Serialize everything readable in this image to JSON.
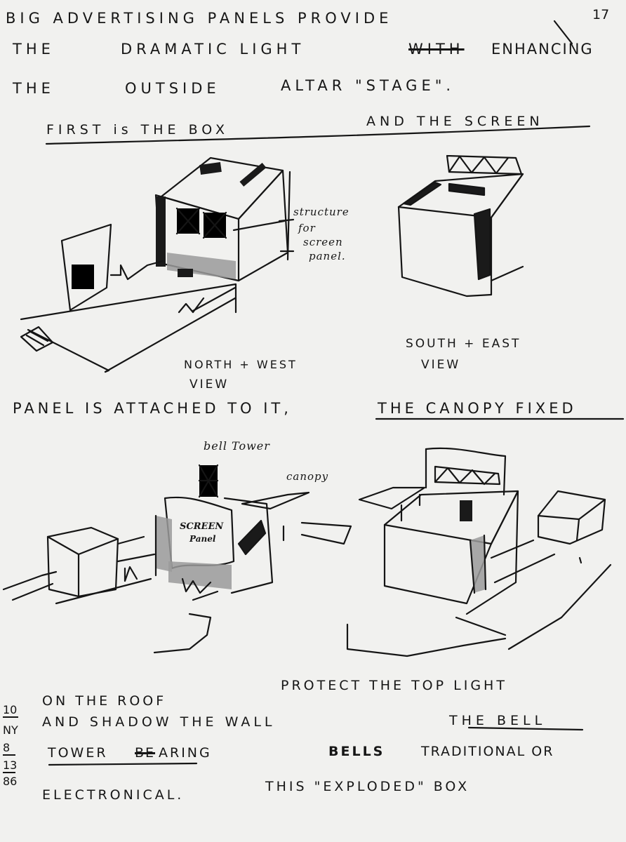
{
  "page": {
    "page_number": "17",
    "paper_color": "#f1f1ef",
    "ink_color": "#151515"
  },
  "header_text": {
    "line1": "BIG ADVERTISING PANELS PROVIDE",
    "line2_a": "THE",
    "line2_b": "DRAMATIC LIGHT",
    "line2_struck": "WITH",
    "line2_c": "ENHANCING",
    "line3_a": "THE",
    "line3_b": "OUTSIDE",
    "line3_c": "ALTAR \"STAGE\"."
  },
  "section1": {
    "heading_a": "FIRST is THE BOX",
    "heading_b": "AND THE SCREEN"
  },
  "sketch1": {
    "annotation_line1": "structure",
    "annotation_line2": "for",
    "annotation_line3": "screen",
    "annotation_line4": "panel.",
    "caption_line1": "NORTH + WEST",
    "caption_line2": "VIEW"
  },
  "sketch2": {
    "caption_line1": "SOUTH + EAST",
    "caption_line2": "VIEW"
  },
  "section2": {
    "line_a": "PANEL IS ATTACHED TO IT,",
    "line_b": "THE CANOPY FIXED"
  },
  "sketch3": {
    "label_bell_tower": "bell Tower",
    "label_canopy": "canopy",
    "label_screen_line1": "SCREEN",
    "label_screen_line2": "Panel"
  },
  "footer_text": {
    "line0": "PROTECT THE TOP LIGHT",
    "line1": "ON THE ROOF",
    "line2_a": "AND SHADOW THE WALL",
    "line2_b": "THE BELL",
    "line3_a": "TOWER",
    "line3_struck": "BE",
    "line3_b": "ARING",
    "line3_c": "BELLS",
    "line3_d": "TRADITIONAL OR",
    "line4_a": "ELECTRONICAL.",
    "line4_b": "THIS \"EXPLODED\" BOX"
  },
  "date_stamp": {
    "day": "10",
    "place": "NY",
    "month": "8",
    "date": "13",
    "year": "86"
  }
}
